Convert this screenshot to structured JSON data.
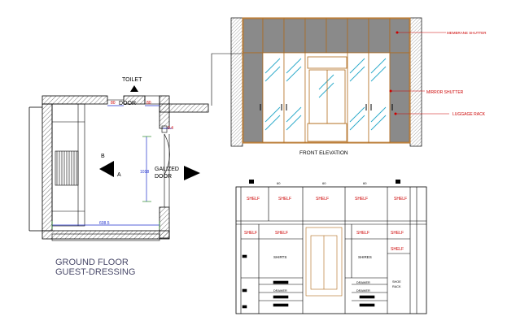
{
  "plan": {
    "toilet_label": "TOILET",
    "door_label": "DOOR",
    "glazed_door_label_1": "GALIZED",
    "glazed_door_label_2": "DOOR",
    "marker_b": "B",
    "marker_a": "A",
    "dim_width": "608.5",
    "dim_height": "1018",
    "dim_door_left": "80",
    "dim_door_right": "80",
    "dim_small": "0.4",
    "title_line1": "GROUND FLOOR",
    "title_line2": "GUEST-DRESSING"
  },
  "front_elevation": {
    "title": "FRONT ELEVATION",
    "callout_top": "MEMBRANE SHUTTER",
    "callout_mirror": "MIRROR SHUTTER",
    "callout_rack": "LUGGAGE RACK"
  },
  "inner_elevation": {
    "top_shelf_labels": [
      "SHELF",
      "SHELF",
      "SHELF",
      "SHELF",
      "SHELF"
    ],
    "mid_shelf_left": [
      "SHELF",
      "SHELF"
    ],
    "mid_shelf_right": [
      "SHELF",
      "SHELF"
    ],
    "shelf_right_extra": "SHELF",
    "shirts_left": "SHIRTS",
    "shirts_right": "SHIRES",
    "drawer_label": "DRAWER",
    "shoe_rack_1": "SHOE",
    "shoe_rack_2": "RACK",
    "top_marks": [
      "60",
      "60",
      "60"
    ]
  },
  "colors": {
    "line": "#000000",
    "wall_hatch": "#555555",
    "wood": "#b06a1a",
    "membrane": "#8a8a8a",
    "glass": "#27a9c9",
    "annotation_red": "#cc0000",
    "dimension_blue": "#1f2fcc",
    "dimension_green": "#2a8a2a",
    "title_text": "#4a4a6a"
  }
}
